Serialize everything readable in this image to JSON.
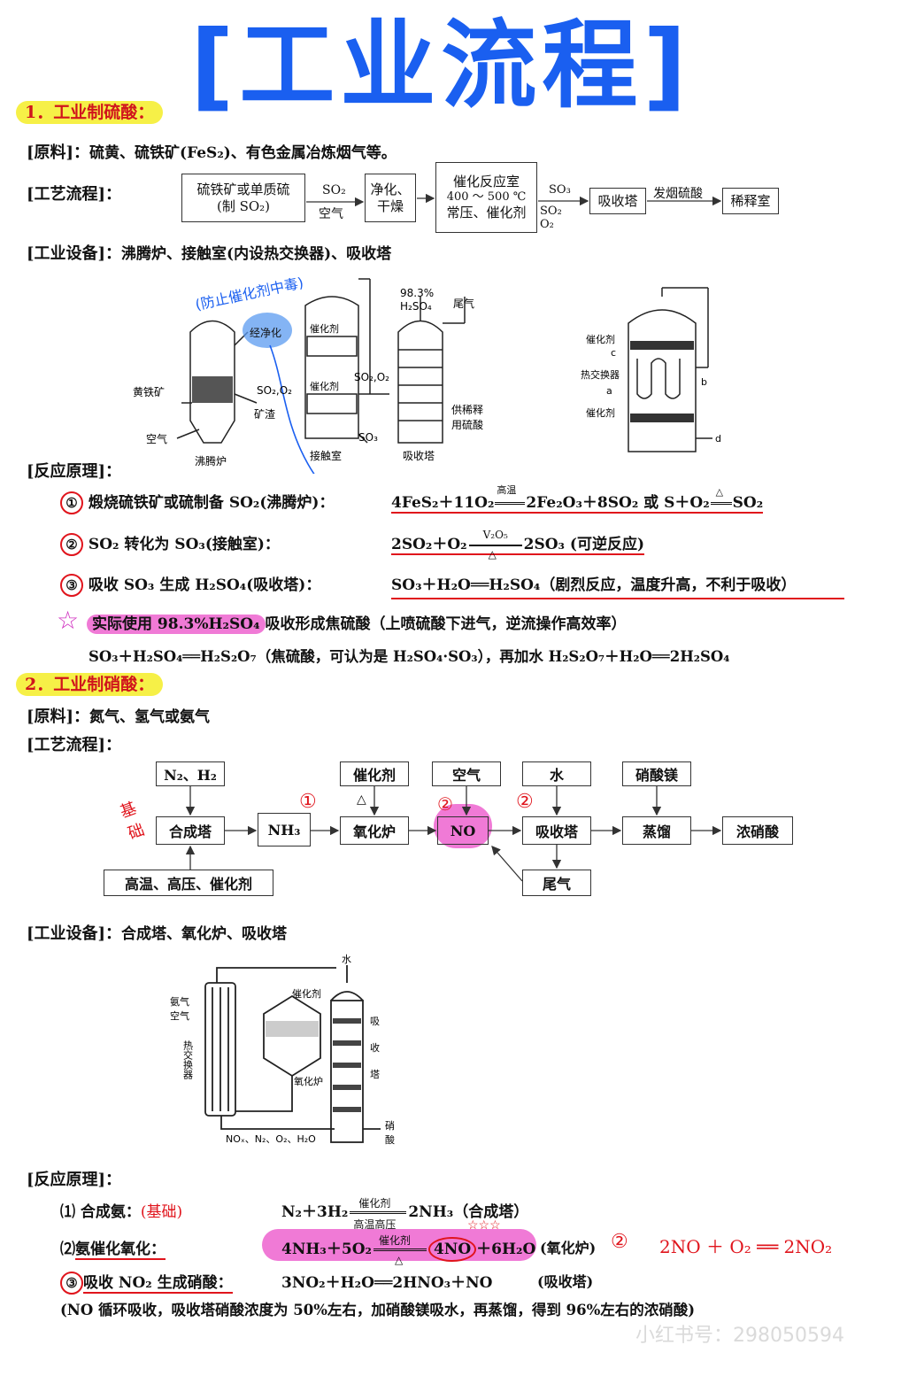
{
  "title": "[工业流程]",
  "s1": {
    "heading": "1．工业制硫酸：",
    "raw_label": "[原料]：",
    "raw_text": "硫黄、硫铁矿(FeS₂)、有色金属冶炼烟气等。",
    "process_label": "[工艺流程]：",
    "flow": {
      "b1a": "硫铁矿或单质硫",
      "b1b": "(制 SO₂)",
      "a1a": "SO₂",
      "a1b": "空气",
      "b2a": "净化、",
      "b2b": "干燥",
      "b3a": "催化反应室",
      "b3b": "400 ～ 500 ℃",
      "b3c": "常压、催化剂",
      "a3a": "SO₃",
      "a3b": "SO₂ O₂",
      "b4": "吸收塔",
      "a4": "发烟硫酸",
      "b5": "稀释室"
    },
    "equip_label": "[工业设备]：",
    "equip_text": "沸腾炉、接触室(内设热交换器)、吸收塔",
    "diagram": {
      "note": "(防止催化剂中毒)",
      "purify": "经净化",
      "pyrite": "黄铁矿",
      "air": "空气",
      "slag": "矿渣",
      "so2o2": "SO₂,O₂",
      "furnace": "沸腾炉",
      "catalyst": "催化剂",
      "contact": "接触室",
      "so3": "SO₃",
      "acid": "98.3%",
      "acid2": "H₂SO₄",
      "tail": "尾气",
      "dilute": "供稀释",
      "dilute2": "用硫酸",
      "absorber": "吸收塔",
      "r_catalyst1": "催化剂",
      "r_c": "c",
      "r_hx": "热交换器",
      "r_a": "a",
      "r_catalyst2": "催化剂",
      "r_b": "b",
      "r_d": "d"
    },
    "principle_label": "[反应原理]：",
    "r1_num": "①",
    "r1_text": "煅烧硫铁矿或硫制备 SO₂(沸腾炉)：",
    "r1_eq": "4FeS₂＋11O₂",
    "r1_cond": "高温",
    "r1_eq2": "2Fe₂O₃＋8SO₂ 或 S＋O₂",
    "r1_cond2": "△",
    "r1_eq3": "SO₂",
    "r2_num": "②",
    "r2_text": "SO₂ 转化为 SO₃(接触室)：",
    "r2_eq": "2SO₂＋O₂",
    "r2_cond": "V₂O₅",
    "r2_cond2": "△",
    "r2_eq2": "2SO₃ (可逆反应)",
    "r3_num": "③",
    "r3_text": "吸收 SO₃ 生成 H₂SO₄(吸收塔)：",
    "r3_eq": "SO₃＋H₂O══H₂SO₄（剧烈反应，温度升高，不利于吸收）",
    "star": "☆",
    "r4_hl": "实际使用 98.3%H₂SO₄",
    "r4_text": "吸收形成焦硫酸（上喷硫酸下进气，逆流操作高效率）",
    "r5_text": "SO₃＋H₂SO₄══H₂S₂O₇（焦硫酸，可认为是 H₂SO₄·SO₃），再加水 H₂S₂O₇＋H₂O══2H₂SO₄"
  },
  "s2": {
    "heading": "2．工业制硝酸：",
    "raw_label": "[原料]：",
    "raw_text": "氮气、氢气或氨气",
    "process_label": "[工艺流程]：",
    "flow": {
      "n2h2": "N₂、H₂",
      "synth": "合成塔",
      "cond": "高温、高压、催化剂",
      "nh3": "NH₃",
      "cat": "催化剂",
      "delta": "△",
      "oxid": "氧化炉",
      "air": "空气",
      "no": "NO",
      "water": "水",
      "absorb": "吸收塔",
      "tail": "尾气",
      "mg": "硝酸镁",
      "distill": "蒸馏",
      "conc": "浓硝酸",
      "hand1": "基础",
      "mark1": "①",
      "mark2": "②",
      "mark3": "②"
    },
    "equip_label": "[工业设备]：",
    "equip_text": "合成塔、氧化炉、吸收塔",
    "diagram": {
      "water": "水",
      "ammonia": "氨气",
      "air": "空气",
      "hx": "热交换器",
      "catalyst": "催化剂",
      "oxid": "氧化炉",
      "absorb1": "吸",
      "absorb2": "收",
      "absorb3": "塔",
      "gas": "NOₓ、N₂、O₂、H₂O",
      "acid1": "硝",
      "acid2": "酸"
    },
    "principle_label": "[反应原理]：",
    "r1_num": "⑴",
    "r1_text": "合成氨：",
    "r1_hand": "(基础)",
    "r1_eq": "N₂＋3H₂",
    "r1_cond": "催化剂",
    "r1_cond2": "高温高压",
    "r1_eq2": "2NH₃（合成塔）",
    "r2_num": "⑵",
    "r2_text": "氨催化氧化：",
    "r2_eq": "4NH₃＋5O₂",
    "r2_cond": "催化剂",
    "r2_cond2": "△",
    "r2_no": "4NO",
    "r2_eq2": "＋6H₂O",
    "r2_loc": "(氧化炉)",
    "r2_mark": "②",
    "r2_hand": "2NO ＋ O₂ ══ 2NO₂",
    "r2_stars": "☆☆☆",
    "r3_num": "③",
    "r3_text": "吸收 NO₂ 生成硝酸：",
    "r3_eq": "3NO₂＋H₂O══2HNO₃＋NO",
    "r3_loc": "(吸收塔)",
    "note": "(NO 循环吸收，吸收塔硝酸浓度为 50%左右，加硝酸镁吸水，再蒸馏，得到 96%左右的浓硝酸)"
  },
  "watermark": "小红书号：298050594"
}
